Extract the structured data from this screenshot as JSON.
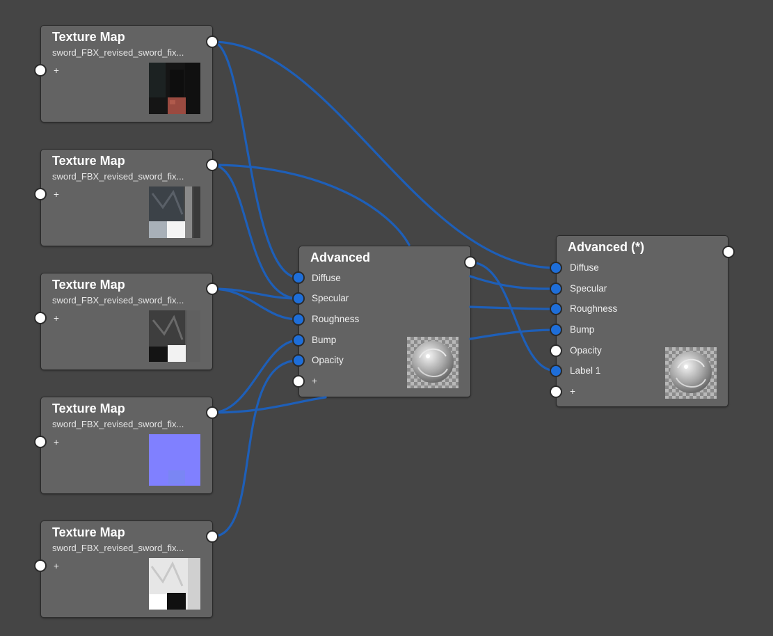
{
  "colors": {
    "background": "#454545",
    "node": "#636363",
    "wire": "#1e5fb8",
    "port_connected": "#1e6ed9",
    "port_free": "#ffffff"
  },
  "texture_nodes": [
    {
      "title": "Texture Map",
      "file": "sword_FBX_revised_sword_fix...",
      "add_label": "+",
      "thumbnail": "base-color-dark"
    },
    {
      "title": "Texture Map",
      "file": "sword_FBX_revised_sword_fix...",
      "add_label": "+",
      "thumbnail": "specular-gray"
    },
    {
      "title": "Texture Map",
      "file": "sword_FBX_revised_sword_fix...",
      "add_label": "+",
      "thumbnail": "roughness-gray"
    },
    {
      "title": "Texture Map",
      "file": "sword_FBX_revised_sword_fix...",
      "add_label": "+",
      "thumbnail": "normal-map-blue"
    },
    {
      "title": "Texture Map",
      "file": "sword_FBX_revised_sword_fix...",
      "add_label": "+",
      "thumbnail": "opacity-white"
    }
  ],
  "advanced_node": {
    "title": "Advanced",
    "inputs": [
      "Diffuse",
      "Specular",
      "Roughness",
      "Bump",
      "Opacity"
    ],
    "add_label": "+",
    "thumbnail": "material-sphere-preview"
  },
  "advanced_star_node": {
    "title": "Advanced (*)",
    "inputs": [
      "Diffuse",
      "Specular",
      "Roughness",
      "Bump",
      "Opacity",
      "Label 1"
    ],
    "add_label": "+",
    "thumbnail": "material-sphere-preview"
  }
}
